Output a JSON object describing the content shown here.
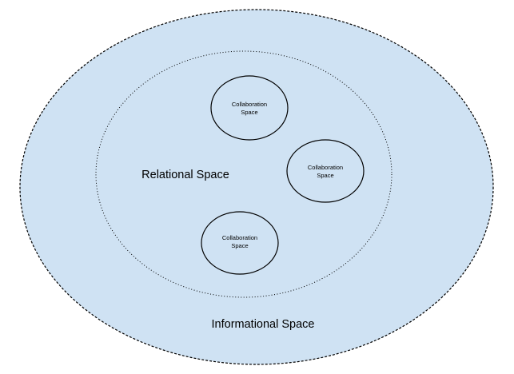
{
  "diagram": {
    "informational_space": {
      "label": "Informational Space",
      "fill_color": "#cfe2f3",
      "stroke_color": "#000000"
    },
    "relational_space": {
      "label": "Relational Space",
      "stroke_color": "#000000"
    },
    "collaboration_spaces": [
      {
        "line1": "Collaboration",
        "line2": "Space"
      },
      {
        "line1": "Collaboration",
        "line2": "Space"
      },
      {
        "line1": "Collaboration",
        "line2": "Space"
      }
    ]
  }
}
